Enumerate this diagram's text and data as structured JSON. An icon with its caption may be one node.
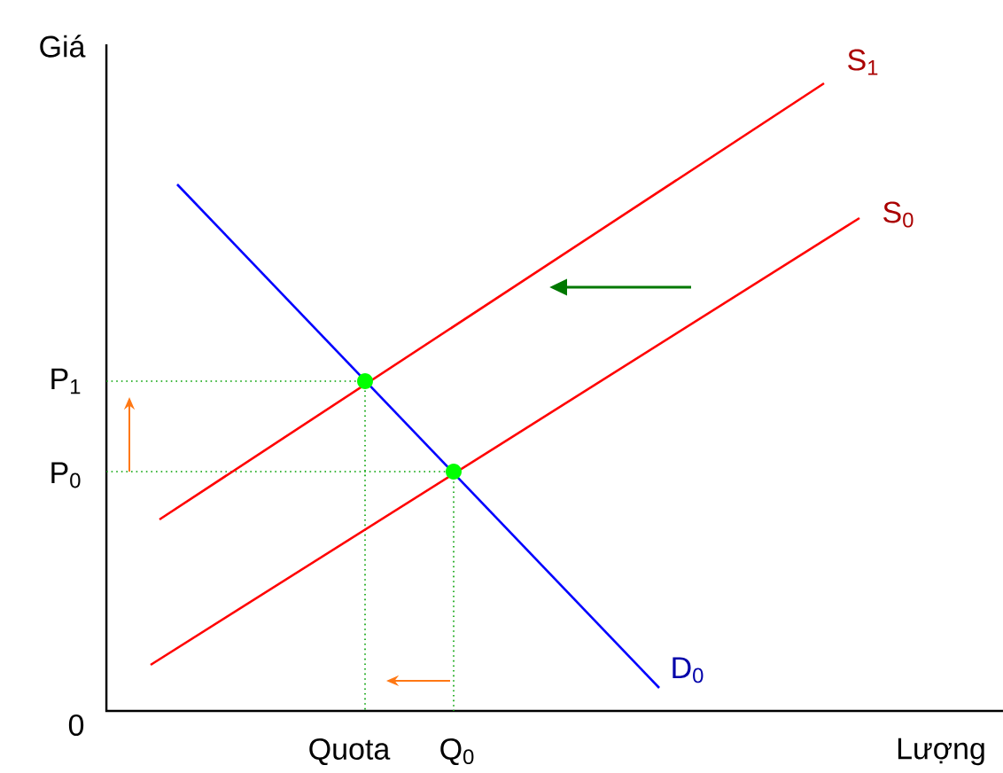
{
  "diagram": {
    "labels": [
      "Giá",
      "S$_{1}$",
      "S$_{0}$",
      "P$_{1}$",
      "P$_{0}$",
      "D$_{0}$",
      "0",
      "Quota",
      "Q$_{0}$",
      "Lượng"
    ]
  }
}
